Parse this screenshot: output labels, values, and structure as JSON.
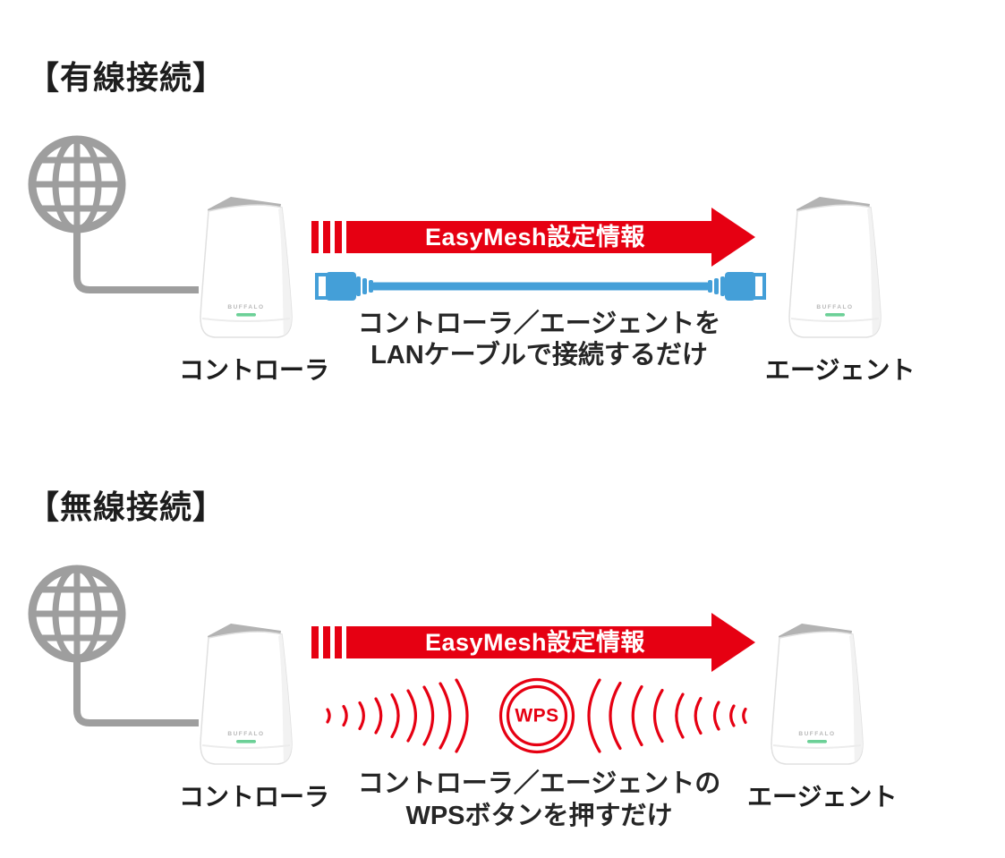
{
  "colors": {
    "accent_red": "#e60012",
    "cable_blue": "#449fd8",
    "icon_gray": "#9e9e9e",
    "text_dark": "#1d1d1d",
    "led_green": "#6cd097",
    "device_cap_gray": "#b3b3b3"
  },
  "brand_label": "BUFFALO",
  "sections": [
    {
      "title": "【有線接続】",
      "controller_label": "コントローラ",
      "agent_label": "エージェント",
      "arrow_label": "EasyMesh設定情報",
      "caption_line1": "コントローラ／エージェントを",
      "caption_line2": "LANケーブルで接続するだけ"
    },
    {
      "title": "【無線接続】",
      "controller_label": "コントローラ",
      "agent_label": "エージェント",
      "arrow_label": "EasyMesh設定情報",
      "wps_label": "WPS",
      "caption_line1": "コントローラ／エージェントの",
      "caption_line2": "WPSボタンを押すだけ"
    }
  ]
}
